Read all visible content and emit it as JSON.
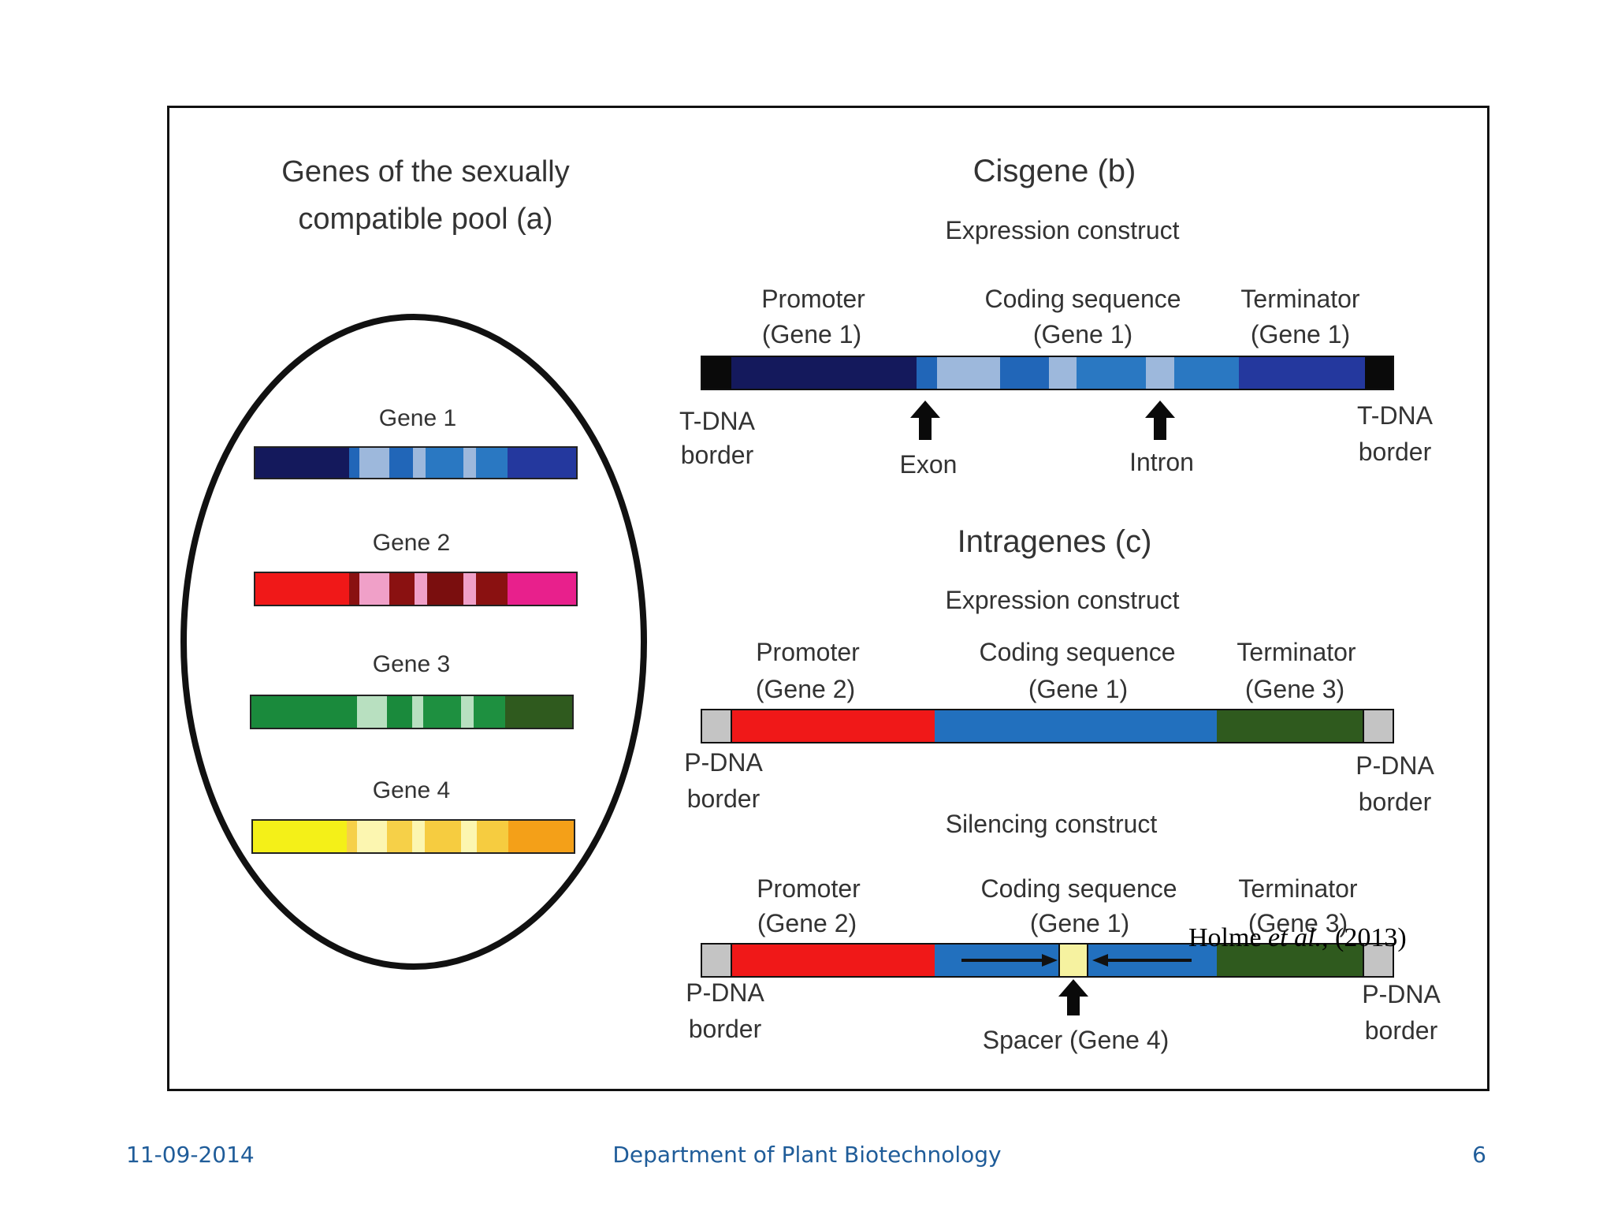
{
  "panel_a": {
    "title_line1": "Genes of the sexually",
    "title_line2": "compatible pool (a)",
    "genes": [
      {
        "label": "Gene 1",
        "colors": {
          "promoter": "#14195c",
          "exon_a": "#2166b8",
          "intron": "#9db8dc",
          "exon_b": "#2a78c2",
          "term": "#24389e"
        }
      },
      {
        "label": "Gene 2",
        "colors": {
          "promoter": "#f01818",
          "exon_a": "#8a1111",
          "intron": "#f0a0c8",
          "exon_b": "#8a1111",
          "term": "#e8208c"
        }
      },
      {
        "label": "Gene 3",
        "colors": {
          "promoter": "#1a8a3c",
          "exon_a": "#1a8a3c",
          "intron": "#b8e0c0",
          "exon_b": "#1e9040",
          "term": "#2f5a1e"
        }
      },
      {
        "label": "Gene 4",
        "colors": {
          "promoter": "#f4f018",
          "exon_a": "#f6d048",
          "intron": "#fcf6b0",
          "exon_b": "#f6cc40",
          "term": "#f4a018"
        }
      }
    ]
  },
  "panel_b": {
    "title": "Cisgene (b)",
    "subtitle": "Expression construct",
    "promoter_line1": "Promoter",
    "promoter_line2": "(Gene 1)",
    "coding_line1": "Coding sequence",
    "coding_line2": "(Gene 1)",
    "terminator_line1": "Terminator",
    "terminator_line2": "(Gene 1)",
    "border_left_line1": "T-DNA",
    "border_left_line2": "border",
    "border_right_line1": "T-DNA",
    "border_right_line2": "border",
    "exon_label": "Exon",
    "intron_label": "Intron"
  },
  "panel_c": {
    "title": "Intragenes (c)",
    "expression": {
      "subtitle": "Expression construct",
      "promoter_line1": "Promoter",
      "promoter_line2": "(Gene 2)",
      "coding_line1": "Coding sequence",
      "coding_line2": "(Gene 1)",
      "terminator_line1": "Terminator",
      "terminator_line2": "(Gene 3)",
      "border_left_line1": "P-DNA",
      "border_left_line2": "border",
      "border_right_line1": "P-DNA",
      "border_right_line2": "border"
    },
    "silencing": {
      "subtitle": "Silencing construct",
      "promoter_line1": "Promoter",
      "promoter_line2": "(Gene 2)",
      "coding_line1": "Coding sequence",
      "coding_line2": "(Gene 1)",
      "terminator_line1": "Terminator",
      "terminator_line2": "(Gene 3)",
      "border_left_line1": "P-DNA",
      "border_left_line2": "border",
      "border_right_line1": "P-DNA",
      "border_right_line2": "border",
      "spacer_label": "Spacer (Gene 4)"
    }
  },
  "citation": {
    "author": "Holme ",
    "etal": "et al.,",
    "year": " (2013)"
  },
  "footer": {
    "date": "11-09-2014",
    "department": "Department of Plant Biotechnology",
    "page": "6"
  }
}
